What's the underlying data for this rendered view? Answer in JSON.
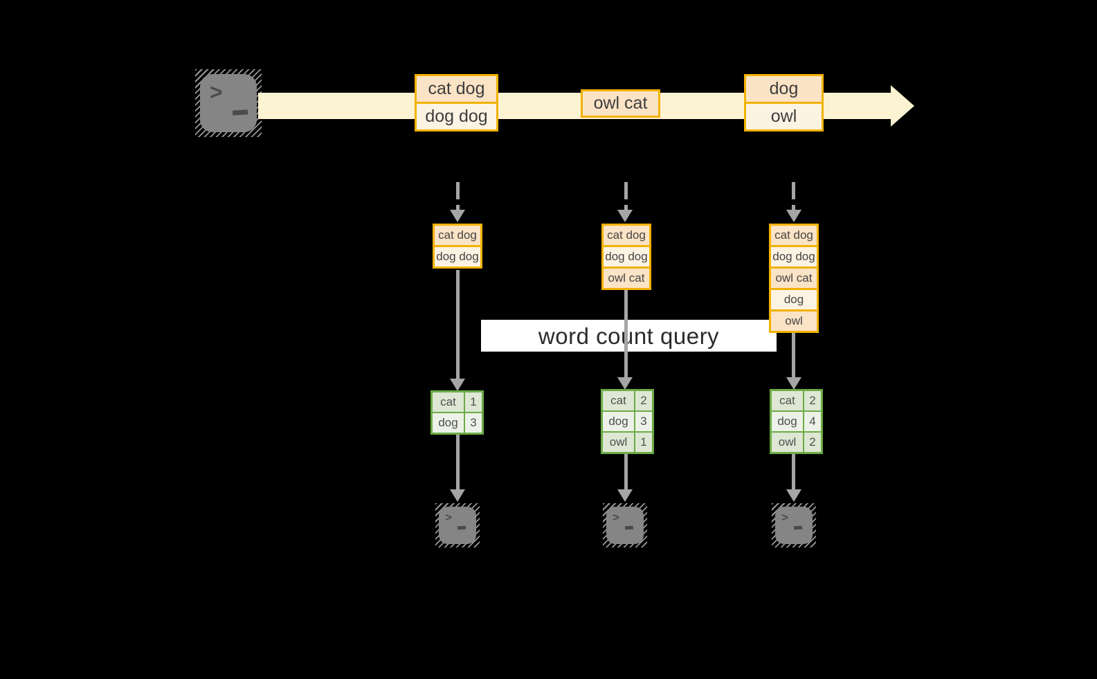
{
  "colors": {
    "background": "#000000",
    "stream_band": "#fcf3d2",
    "event_border": "#f2b201",
    "event_fill_dark": "#fbe3c5",
    "event_fill_light": "#fdf3e3",
    "count_table_border": "#6cab46",
    "count_fill_dark": "#dde7d3",
    "count_fill_light": "#edf2e8",
    "arrow_gray": "#a5a5a5",
    "terminal_body": "#858585",
    "query_label_bg": "#ffffff"
  },
  "icons": {
    "terminal": "terminal-icon",
    "prompt_chevron": ">",
    "prompt_dash": "_"
  },
  "stream_events": [
    {
      "lines": [
        "cat dog",
        "dog dog"
      ]
    },
    {
      "lines": [
        "owl cat"
      ]
    },
    {
      "lines": [
        "dog",
        "owl"
      ]
    }
  ],
  "query_label": "word count query",
  "pipelines": [
    {
      "buffer": [
        "cat dog",
        "dog dog"
      ],
      "counts": [
        [
          "cat",
          "1"
        ],
        [
          "dog",
          "3"
        ]
      ]
    },
    {
      "buffer": [
        "cat dog",
        "dog dog",
        "owl cat"
      ],
      "counts": [
        [
          "cat",
          "2"
        ],
        [
          "dog",
          "3"
        ],
        [
          "owl",
          "1"
        ]
      ]
    },
    {
      "buffer": [
        "cat dog",
        "dog dog",
        "owl cat",
        "dog",
        "owl"
      ],
      "counts": [
        [
          "cat",
          "2"
        ],
        [
          "dog",
          "4"
        ],
        [
          "owl",
          "2"
        ]
      ]
    }
  ]
}
